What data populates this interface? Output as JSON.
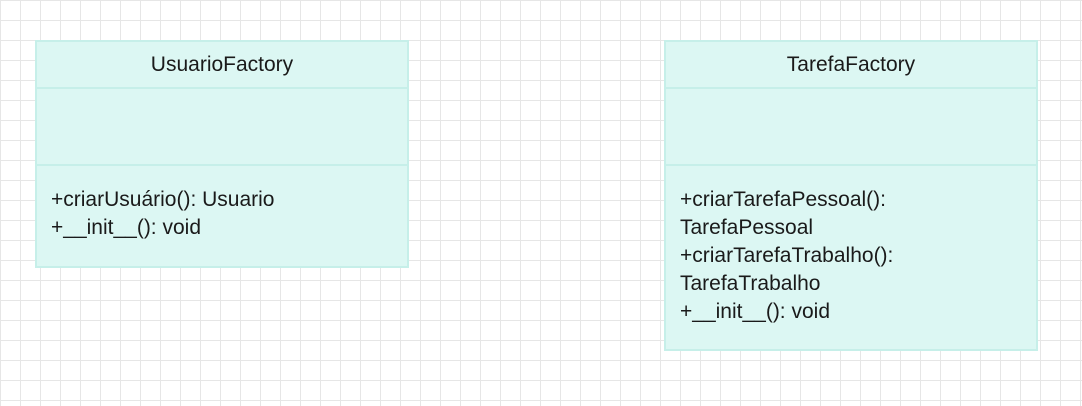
{
  "classes": [
    {
      "name": "UsuarioFactory",
      "attributes": [],
      "methods": [
        "+criarUsuário(): Usuario",
        "+__init__(): void"
      ]
    },
    {
      "name": "TarefaFactory",
      "attributes": [],
      "methods": [
        "+criarTarefaPessoal(): TarefaPessoal",
        "+criarTarefaTrabalho(): TarefaTrabalho",
        "+__init__(): void"
      ]
    }
  ]
}
